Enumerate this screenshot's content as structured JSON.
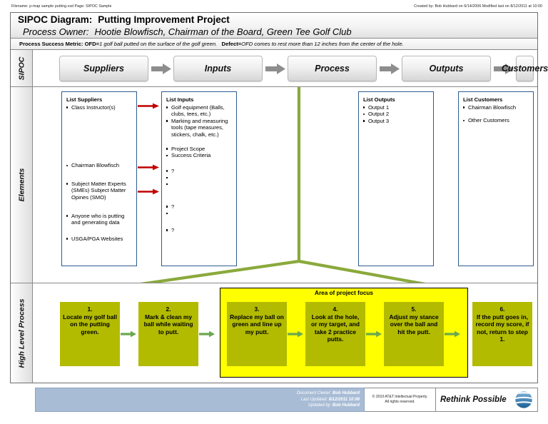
{
  "meta": {
    "left": "Filename: p-map sample putting.vsd   Page: SIPOC Sample",
    "right": "Created by: Bob Hubbard on 6/14/2006  Modified last on 8/12/2011 at 10:00"
  },
  "title": {
    "label1": "SIPOC Diagram:",
    "value1": "Putting Improvement Project",
    "label2": "Process Owner:",
    "value2": "Hootie Blowfisch, Chairman of the Board, Green Tee Golf Club"
  },
  "metric": {
    "label": "Process Success Metric:",
    "term1": "OFD=",
    "def1": "1 golf ball putted on the surface of the golf green.",
    "term2": "Defect=",
    "def2": "OFD comes to rest more than 12 inches from the center of the hole."
  },
  "bands": {
    "sipoc_label": "SIPOC",
    "elements_label": "Elements",
    "process_label": "High Level Process"
  },
  "sipoc_headers": [
    {
      "label": "Suppliers"
    },
    {
      "label": "Inputs"
    },
    {
      "label": "Process"
    },
    {
      "label": "Outputs"
    },
    {
      "label": "Customers"
    }
  ],
  "elements": {
    "suppliers": {
      "heading": "List Suppliers",
      "items": [
        "Class Instructor(s)",
        "Chairman Blowfisch",
        "Subject Matter Experts (SMEs) Subject Matter Opines (SMO)",
        "Anyone who is putting and generating data",
        "USGA/PGA Websites"
      ]
    },
    "inputs": {
      "heading": "List Inputs",
      "items": [
        "Golf equipment (Balls, clubs, tees, etc.)",
        "Marking and measuring tools (tape measures, stickers, chalk, etc.)",
        "Project Scope",
        "Success Criteria",
        "?",
        "",
        "",
        "?",
        "",
        "?"
      ]
    },
    "outputs": {
      "heading": "List Outputs",
      "items": [
        "Output 1",
        "Output 2",
        "Output 3"
      ]
    },
    "customers": {
      "heading": "List Customers",
      "items": [
        "Chairman Blowfisch",
        "Other Customers"
      ]
    }
  },
  "process": {
    "focus_label": "Area of project focus",
    "steps": [
      {
        "num": "1.",
        "text": "Locate my golf ball on the putting green."
      },
      {
        "num": "2.",
        "text": "Mark & clean my ball while waiting to putt."
      },
      {
        "num": "3.",
        "text": "Replace my ball on green and line up my putt."
      },
      {
        "num": "4.",
        "text": "Look at the hole, or my target, and take 2 practice putts."
      },
      {
        "num": "5.",
        "text": "Adjust my stance over the ball and hit the putt."
      },
      {
        "num": "6.",
        "text": "If the putt goes in, record my score, if not, return to step 1."
      }
    ]
  },
  "footer": {
    "owner_label": "Document Owner:",
    "owner_value": "Bob Hubbard",
    "updated_label": "Last Updated:",
    "updated_value": "8/12/2011 10:08",
    "updatedby_label": "Updated by:",
    "updatedby_value": "Bob Hubbard",
    "copyright_line1": "© 2010 AT&T Intellectual Property.",
    "copyright_line2": "All rights reserved.",
    "slogan": "Rethink Possible"
  },
  "colors": {
    "process_box": "#b2bb00",
    "focus_panel": "#ffff00",
    "element_border": "#2e5b8f",
    "green_connector": "#8aa93c",
    "red_arrow": "#c00000",
    "footer_blue": "#a8bcd6"
  }
}
